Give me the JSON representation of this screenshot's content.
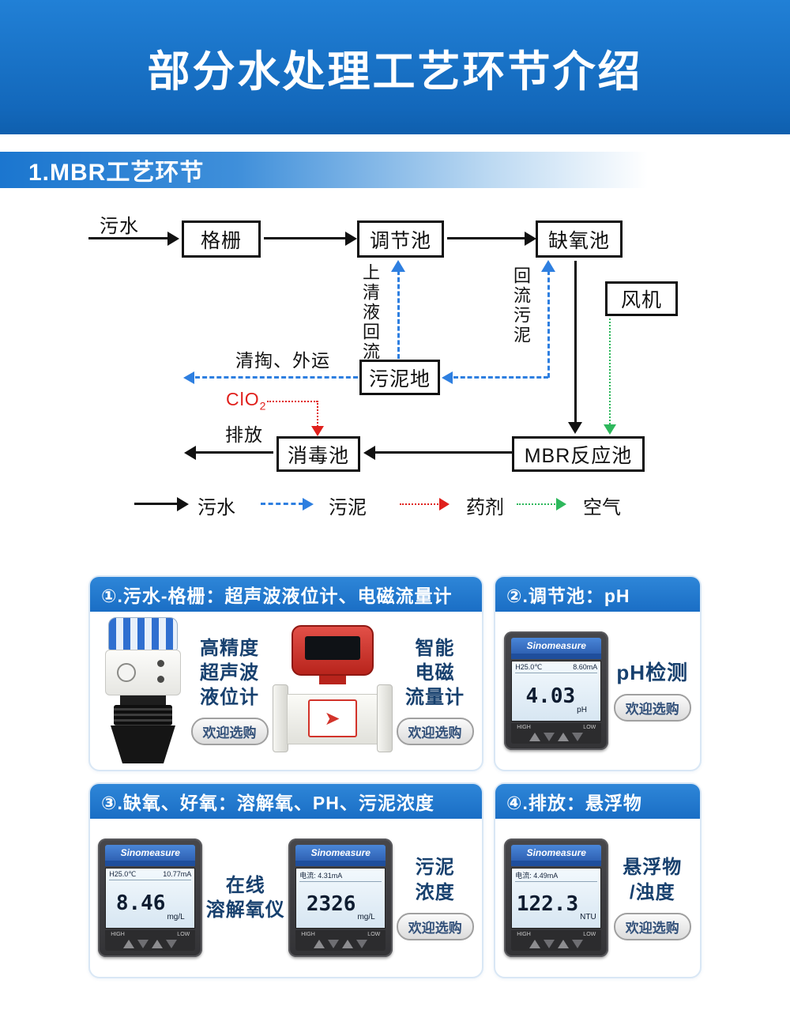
{
  "banner": {
    "title": "部分水处理工艺环节介绍"
  },
  "section": {
    "title": "1.MBR工艺环节"
  },
  "colors": {
    "banner_blue": "#1a72c8",
    "sludge_blue": "#2e7fe0",
    "chemical_red": "#e0201c",
    "air_green": "#2eb85c",
    "card_header_blue": "#1f78cf"
  },
  "flowchart": {
    "boxes": {
      "grille": "格栅",
      "regulating": "调节池",
      "anoxic": "缺氧池",
      "fan": "风机",
      "sludge_pit": "污泥地",
      "disinfection": "消毒池",
      "mbr": "MBR反应池"
    },
    "labels": {
      "sewage_in": "污水",
      "supernatant_return": "上清液回流",
      "return_sludge": "回流污泥",
      "removal": "清掏、外运",
      "chemical": "ClO",
      "chemical_sub": "2",
      "discharge": "排放"
    },
    "legend": [
      {
        "label": "污水",
        "type": "solid-black"
      },
      {
        "label": "污泥",
        "type": "dashed-blue"
      },
      {
        "label": "药剂",
        "type": "dotted-red"
      },
      {
        "label": "空气",
        "type": "dotted-green"
      }
    ]
  },
  "cards": [
    {
      "header": "①.污水-格栅：超声波液位计、电磁流量计",
      "level_meter": {
        "lines": [
          "高精度",
          "超声波",
          "液位计"
        ],
        "badge": "欢迎选购"
      },
      "flow_meter": {
        "lines": [
          "智能",
          "电磁",
          "流量计"
        ],
        "badge": "欢迎选购"
      }
    },
    {
      "header": "②.调节池：pH",
      "device": {
        "brand": "Sinomeasure",
        "top_left": "H25.0℃",
        "top_right": "8.60mA",
        "value": "4.03",
        "unit": "pH",
        "high": "HIGH",
        "low": "LOW"
      },
      "label": "pH检测",
      "badge": "欢迎选购"
    },
    {
      "header": "③.缺氧、好氧：溶解氧、PH、污泥浓度",
      "device_a": {
        "brand": "Sinomeasure",
        "top_left": "H25.0℃",
        "top_right": "10.77mA",
        "value": "8.46",
        "unit": "mg/L",
        "high": "HIGH",
        "low": "LOW"
      },
      "label_a": [
        "在线",
        "溶解氧仪"
      ],
      "device_b": {
        "brand": "Sinomeasure",
        "top_left": "电流: 4.31mA",
        "top_right": "",
        "value": "2326",
        "unit": "mg/L",
        "high": "HIGH",
        "low": "LOW"
      },
      "label_b": [
        "污泥",
        "浓度"
      ],
      "badge": "欢迎选购"
    },
    {
      "header": "④.排放：悬浮物",
      "device": {
        "brand": "Sinomeasure",
        "top_left": "电流: 4.49mA",
        "top_right": "",
        "value": "122.3",
        "unit": "NTU",
        "high": "HIGH",
        "low": "LOW"
      },
      "label": [
        "悬浮物",
        "/浊度"
      ],
      "badge": "欢迎选购"
    }
  ]
}
